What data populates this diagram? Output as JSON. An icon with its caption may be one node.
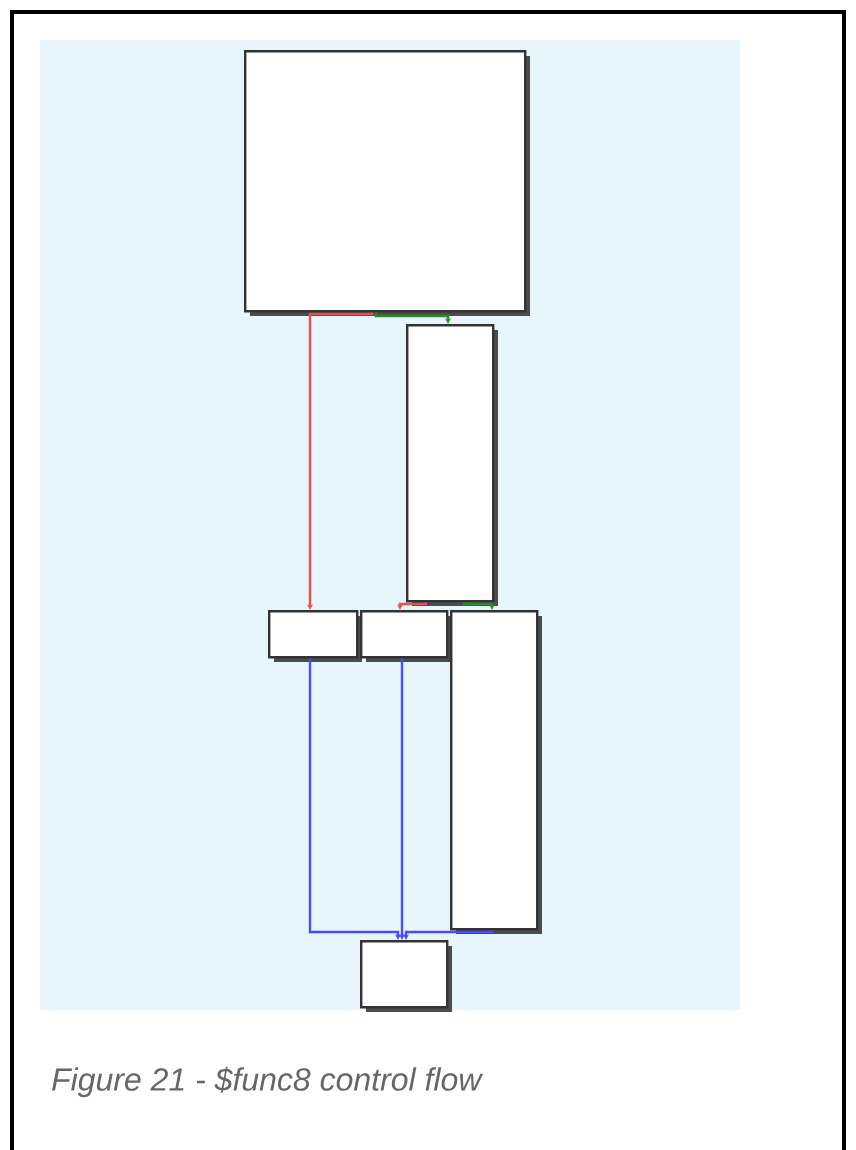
{
  "diagram": {
    "caption": "Figure 21 - $func8 control flow",
    "nodes": [
      {
        "text": [],
        "shape": "box"
      },
      {
        "text": [],
        "shape": "box"
      },
      {
        "text": [],
        "shape": "box"
      },
      {
        "text": [],
        "shape": "box"
      },
      {
        "text": [],
        "shape": "box"
      },
      {
        "text": [],
        "shape": "box"
      }
    ],
    "edges": [
      {
        "from": 0,
        "to": 2,
        "arrow": "to",
        "color": "#e85050"
      },
      {
        "from": 0,
        "to": 1,
        "arrow": "to",
        "color": "#2a8a2a"
      },
      {
        "from": 1,
        "to": 3,
        "arrow": "to",
        "color": "#e85050"
      },
      {
        "from": 1,
        "to": 4,
        "arrow": "to",
        "color": "#2a8a2a"
      },
      {
        "from": 2,
        "to": 5,
        "arrow": "to"
      },
      {
        "from": 3,
        "to": 5,
        "arrow": "to"
      },
      {
        "from": 4,
        "to": 5,
        "arrow": "to"
      }
    ]
  }
}
